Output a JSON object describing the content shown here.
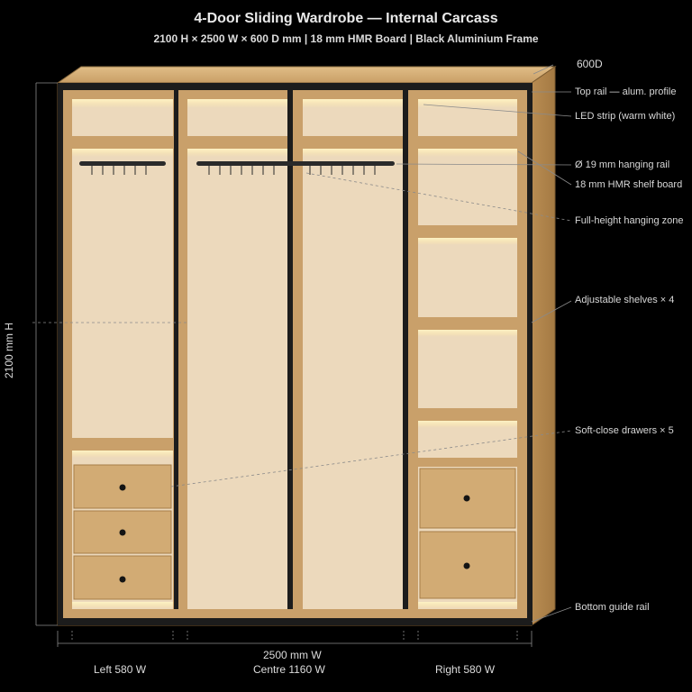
{
  "title": "4-Door Sliding Wardrobe — Internal Carcass",
  "subtitle": "2100 H × 2500 W × 600 D mm | 18 mm HMR Board | Black Aluminium Frame",
  "depth_label": "600D",
  "height_label": "2100 mm H",
  "width_label": "2500 mm W",
  "section_labels": {
    "left": "Left 580 W",
    "centre": "Centre 1160 W",
    "right": "Right 580 W"
  },
  "callouts": [
    "Top rail — alum. profile",
    "LED strip (warm white)",
    "Ø 19 mm hanging rail",
    "18 mm HMR shelf board",
    "Full-height hanging zone",
    "Adjustable shelves × 4",
    "Soft-close drawers × 5",
    "Bottom guide rail"
  ],
  "colors": {
    "background": "#000000",
    "board": "#c9a06a",
    "board_dark": "#a67d47",
    "interior": "#ecd9bc",
    "drawer_front": "#d2ab74",
    "frame": "#1c1c1c",
    "led": "#ffe9a6",
    "leader_line": "#8a8a8a"
  }
}
